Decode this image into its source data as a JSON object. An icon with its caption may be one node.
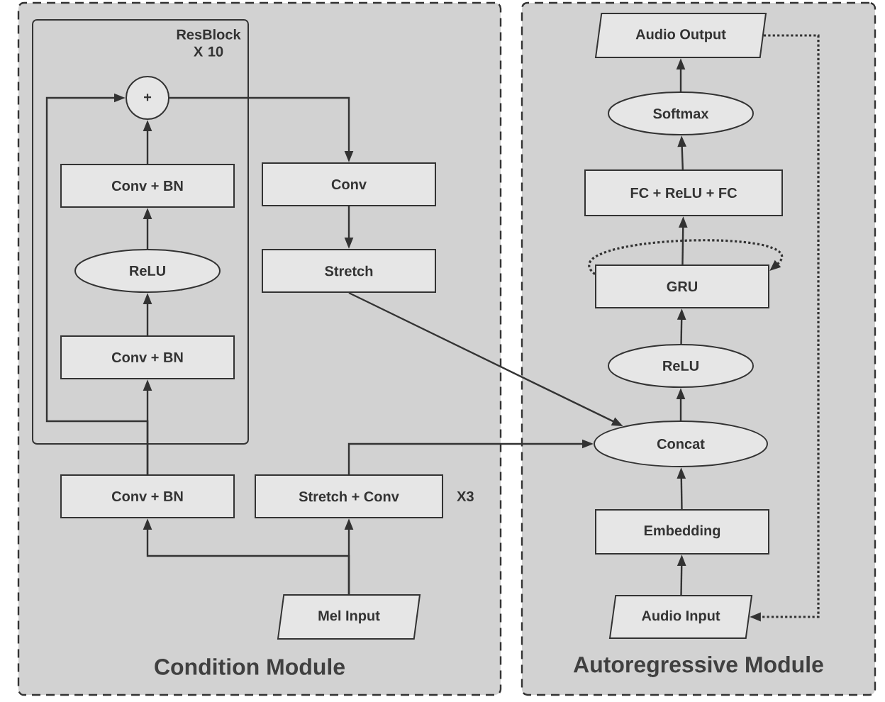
{
  "diagram": {
    "nodes": [
      {
        "text": [
          "Condition Module"
        ]
      },
      {
        "text": [
          "ResBlock X 10"
        ],
        "in": 0
      },
      {
        "text": [
          "+"
        ],
        "in": 1
      },
      {
        "text": [
          "Conv + BN"
        ],
        "in": 1
      },
      {
        "text": [
          "ReLU"
        ],
        "in": 1
      },
      {
        "text": [
          "Conv + BN"
        ],
        "in": 1
      },
      {
        "text": [
          "Conv"
        ],
        "in": 0
      },
      {
        "text": [
          "Stretch"
        ],
        "in": 0
      },
      {
        "text": [
          "Conv + BN"
        ],
        "in": 0
      },
      {
        "text": [
          "Stretch + Conv"
        ],
        "beside": [
          "X3"
        ],
        "in": 0
      },
      {
        "text": [
          "Mel Input"
        ],
        "in": 0
      },
      {
        "text": [
          "Autoregressive Module"
        ]
      },
      {
        "text": [
          "Audio Output"
        ],
        "in": 11
      },
      {
        "text": [
          "Softmax"
        ],
        "in": 11
      },
      {
        "text": [
          "FC + ReLU + FC"
        ],
        "in": 11
      },
      {
        "text": [
          "GRU"
        ],
        "in": 11
      },
      {
        "text": [
          "ReLU"
        ],
        "in": 11
      },
      {
        "text": [
          "Concat"
        ],
        "in": 11
      },
      {
        "text": [
          "Embedding"
        ],
        "in": 11
      },
      {
        "text": [
          "Audio Input"
        ],
        "in": 11
      }
    ],
    "edges": [
      {
        "from": 10,
        "to": 9,
        "arrow": "to"
      },
      {
        "from": 10,
        "to": 8,
        "arrow": "to"
      },
      {
        "from": 8,
        "to": 5,
        "arrow": "to"
      },
      {
        "from": 5,
        "to": 4,
        "arrow": "to"
      },
      {
        "from": 4,
        "to": 3,
        "arrow": "to"
      },
      {
        "from": 3,
        "to": 2,
        "arrow": "to"
      },
      {
        "from": 8,
        "to": 2,
        "arrow": "to"
      },
      {
        "from": 2,
        "to": 6,
        "arrow": "to"
      },
      {
        "from": 6,
        "to": 7,
        "arrow": "to"
      },
      {
        "from": 7,
        "to": 17,
        "arrow": "to"
      },
      {
        "from": 9,
        "to": 17,
        "arrow": "to"
      },
      {
        "from": 19,
        "to": 18,
        "arrow": "to"
      },
      {
        "from": 18,
        "to": 17,
        "arrow": "to"
      },
      {
        "from": 17,
        "to": 16,
        "arrow": "to"
      },
      {
        "from": 16,
        "to": 15,
        "arrow": "to"
      },
      {
        "from": 15,
        "to": 14,
        "arrow": "to"
      },
      {
        "from": 14,
        "to": 13,
        "arrow": "to"
      },
      {
        "from": 13,
        "to": 12,
        "arrow": "to"
      },
      {
        "from": 12,
        "to": 19,
        "arrow": "to",
        "style": "dashed"
      },
      {
        "from": 15,
        "to": 15,
        "arrow": "to",
        "style": "dashed"
      }
    ]
  }
}
